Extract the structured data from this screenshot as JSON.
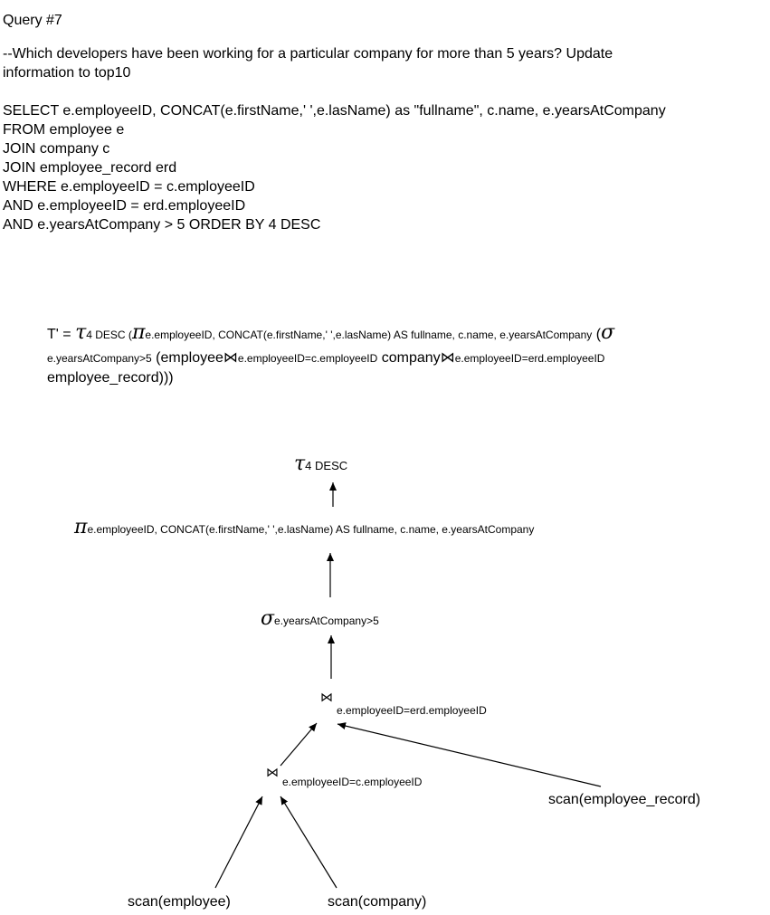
{
  "query": {
    "title": "Query #7",
    "comment_line1": "--Which developers have been working for a particular company for more than 5 years? Update",
    "comment_line2": "information to top10",
    "sql_lines": [
      "SELECT e.employeeID, CONCAT(e.firstName,' ',e.lasName) as \"fullname\", c.name, e.yearsAtCompany",
      "FROM employee e",
      "JOIN company c",
      "JOIN employee_record erd",
      "WHERE e.employeeID = c.employeeID",
      "AND e.employeeID = erd.employeeID",
      "AND e.yearsAtCompany > 5 ORDER BY 4 DESC"
    ]
  },
  "relational_algebra": {
    "prefix": "T' = ",
    "tau_symbol": "τ",
    "tau_sub": "4 DESC",
    "open_paren_1": " (",
    "pi_symbol": "π",
    "pi_sub": "e.employeeID, CONCAT(e.firstName,' ',e.lasName) AS fullname, c.name, e.yearsAtCompany",
    "open_paren_2": " (",
    "sigma_symbol": "σ",
    "sigma_sub": "e.yearsAtCompany>5",
    "rel1": " (employee",
    "join_symbol": "⋈",
    "join1_sub": "e.employeeID=c.employeeID",
    "rel2": " company",
    "join2_sub": "e.employeeID=erd.employeeID",
    "rel3": "employee_record)))"
  },
  "tree": {
    "tau_symbol": "τ",
    "tau_label": "4 DESC",
    "pi_symbol": "π",
    "pi_label": "e.employeeID, CONCAT(e.firstName,' ',e.lasName) AS fullname, c.name, e.yearsAtCompany",
    "sigma_symbol": "σ",
    "sigma_label": "e.yearsAtCompany>5",
    "join_top_symbol": "⋈",
    "join_top_label": "e.employeeID=erd.employeeID",
    "join_bottom_symbol": "⋈",
    "join_bottom_label": "e.employeeID=c.employeeID",
    "scan_employee_record": "scan(employee_record)",
    "scan_employee": "scan(employee)",
    "scan_company": "scan(company)"
  }
}
